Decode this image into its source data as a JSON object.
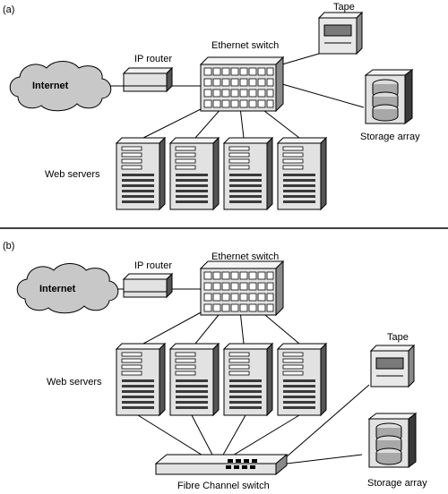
{
  "panels": [
    {
      "id": "a",
      "tag": "(a)",
      "internet": "Internet",
      "router": "IP router",
      "ethernet_switch": "Ethernet switch",
      "tape": "Tape",
      "storage": "Storage array",
      "servers": "Web servers"
    },
    {
      "id": "b",
      "tag": "(b)",
      "internet": "Internet",
      "router": "IP router",
      "ethernet_switch": "Ethernet switch",
      "tape": "Tape",
      "storage": "Storage array",
      "servers": "Web servers",
      "fc_switch": "Fibre Channel switch"
    }
  ],
  "colors": {
    "stroke": "#000000",
    "cloud_fill": "#c8c8c8",
    "device_fill": "#e2e2e2",
    "device_side": "#8a8a8a",
    "device_dark": "#3a3a3a",
    "screen_fill": "#7a7a7a",
    "divider": "#000000"
  }
}
